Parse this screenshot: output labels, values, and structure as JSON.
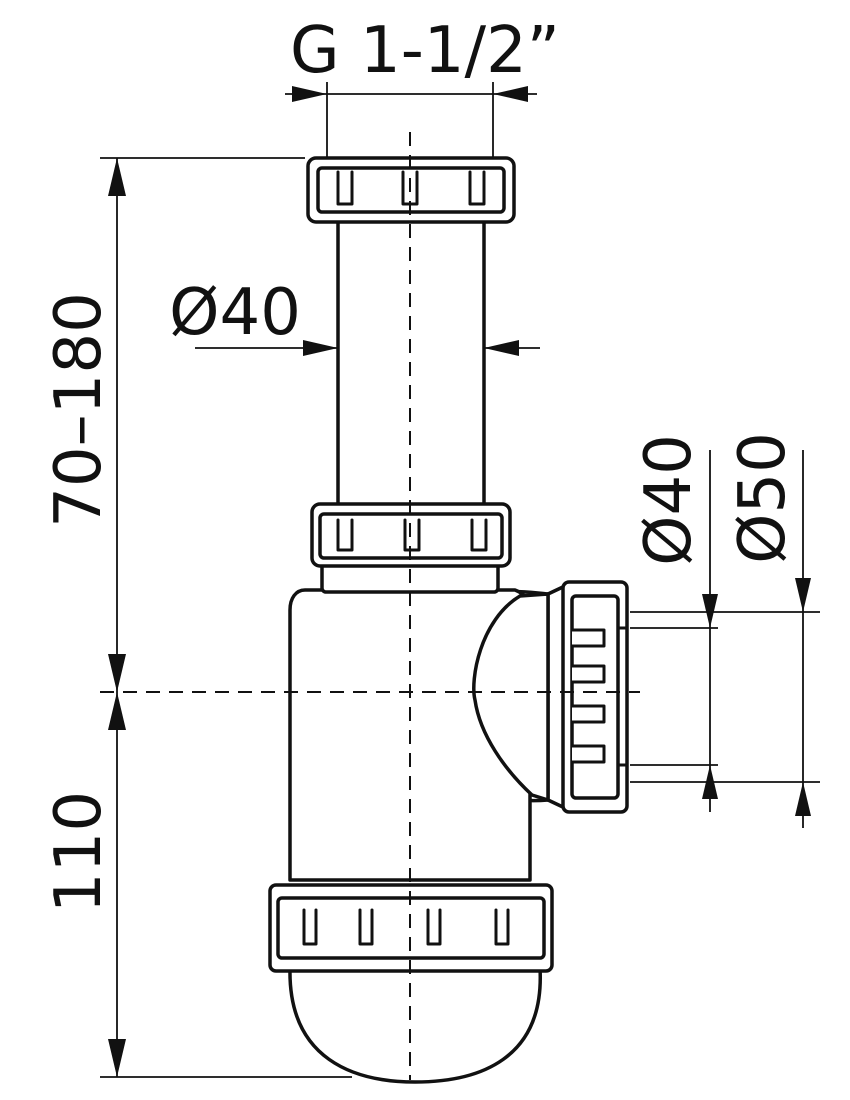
{
  "dimensions": {
    "inlet_thread": "G 1-1/2”",
    "tube_diameter": "Ø40",
    "upper_height": "70–180",
    "lower_height": "110",
    "outlet_inner_diameter": "Ø40",
    "outlet_outer_diameter": "Ø50"
  },
  "colors": {
    "line": "#111111",
    "background": "#ffffff"
  }
}
